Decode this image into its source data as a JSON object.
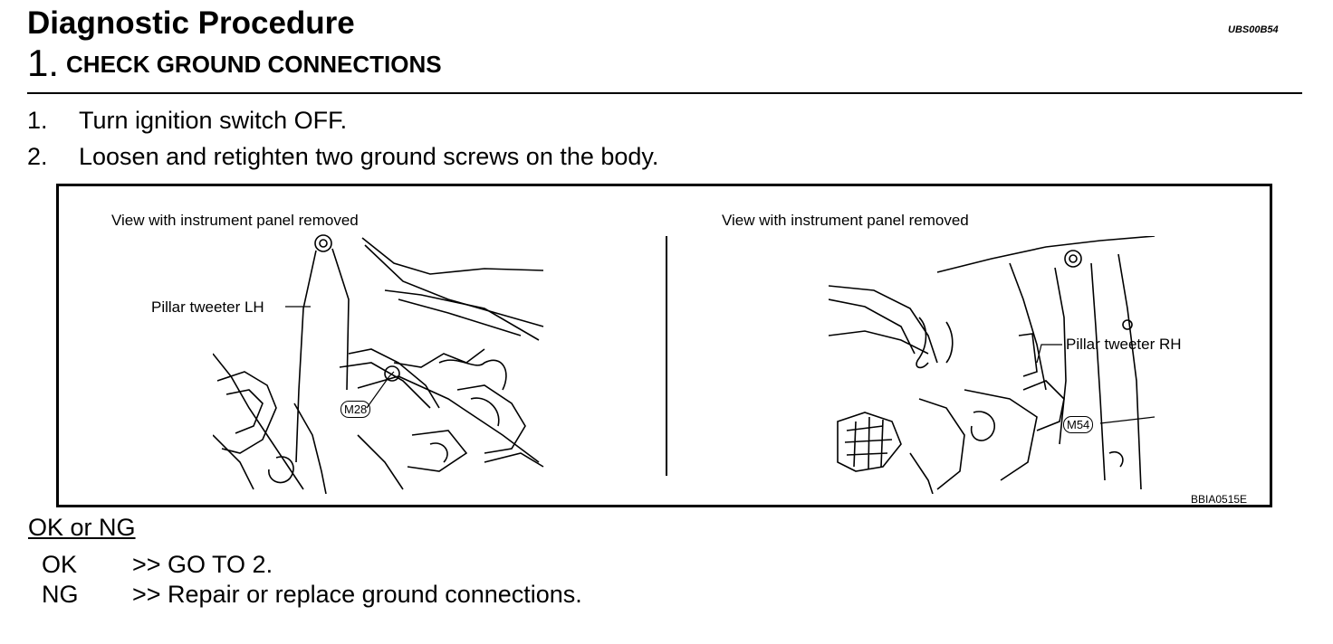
{
  "header": {
    "title": "Diagnostic Procedure",
    "doc_code": "UBS00B54",
    "step_number": "1.",
    "step_title": "CHECK GROUND CONNECTIONS"
  },
  "instructions": [
    {
      "num": "1.",
      "text": "Turn ignition switch OFF."
    },
    {
      "num": "2.",
      "text": "Loosen and retighten two ground screws on the body."
    }
  ],
  "figure": {
    "left_caption": "View with instrument panel removed",
    "right_caption": "View with instrument panel removed",
    "left_label": "Pillar tweeter LH",
    "right_label": "Pillar tweeter RH",
    "left_connector": "M28",
    "right_connector": "M54",
    "figure_code": "BBIA0515E"
  },
  "result": {
    "heading": "OK or NG",
    "ok": {
      "key": "OK",
      "text": ">> GO TO 2."
    },
    "ng": {
      "key": "NG",
      "text": ">> Repair or replace ground connections."
    }
  }
}
